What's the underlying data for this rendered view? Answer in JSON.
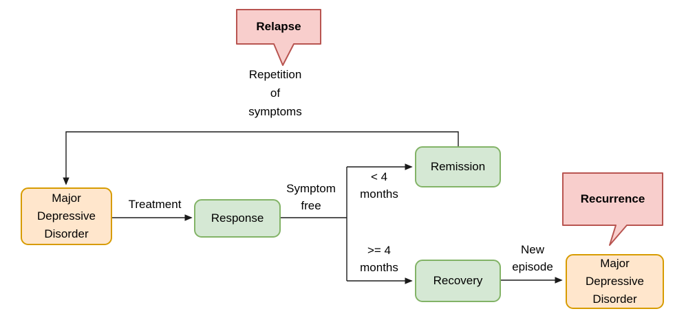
{
  "diagram": {
    "type": "flowchart",
    "nodes": {
      "mdd_left": {
        "label": "Major\nDepressive\nDisorder"
      },
      "response": {
        "label": "Response"
      },
      "remission": {
        "label": "Remission"
      },
      "recovery": {
        "label": "Recovery"
      },
      "mdd_right": {
        "label": "Major\nDepressive\nDisorder"
      }
    },
    "callouts": {
      "relapse": {
        "label": "Relapse"
      },
      "recurrence": {
        "label": "Recurrence"
      }
    },
    "edge_labels": {
      "treatment": "Treatment",
      "symptom_free": "Symptom\nfree",
      "under_4_months": "< 4\nmonths",
      "over_4_months": ">= 4\nmonths",
      "new_episode": "New\nepisode",
      "repetition_of_symptoms": "Repetition\nof\nsymptoms"
    },
    "colors": {
      "node_green_fill": "#d5e8d4",
      "node_green_stroke": "#82b366",
      "node_orange_fill": "#ffe6cc",
      "node_orange_stroke": "#d79b00",
      "callout_fill": "#f8cecc",
      "callout_stroke": "#b85450",
      "line": "#1a1a1a",
      "text": "#000000",
      "background": "#ffffff"
    }
  }
}
